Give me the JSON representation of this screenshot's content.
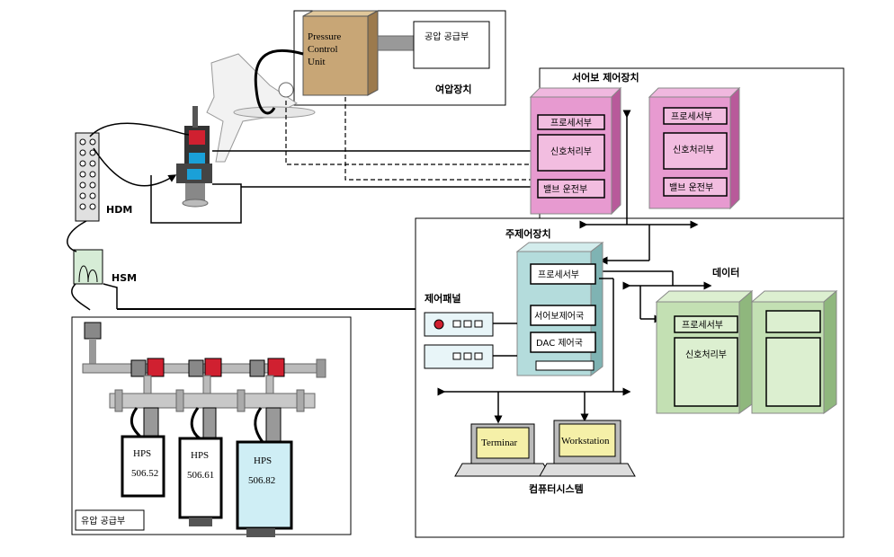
{
  "labels": {
    "pressure_control_unit": [
      "Pressure",
      "Control",
      "Unit"
    ],
    "air_supply": "공압 공급부",
    "load_device": "여압장치",
    "servo_controller": "서어보 제어장치",
    "servo_proc": "프로세서부",
    "servo_signal": "신호처리부",
    "servo_valve": "밸브 운전부",
    "servo2_proc": "프로세서부",
    "servo2_signal": "신호처리부",
    "servo2_valve": "밸브 운전부",
    "hdm": "HDM",
    "hsm": "HSM",
    "main_controller": "주제어장치",
    "main_proc": "프로세서부",
    "main_servo": "서어보제어국",
    "main_dac": "DAC 제어국",
    "data": "데이터",
    "data_proc": "프로세서부",
    "data_signal": "신호처리부",
    "control_panel": "제어패널",
    "terminal": "Terminar",
    "workstation": "Workstation",
    "computer_system": "컴퓨터시스템",
    "hydraulic_supply": "유압 공급부",
    "hps1": [
      "HPS",
      "506.52"
    ],
    "hps2": [
      "HPS",
      "506.61"
    ],
    "hps3": [
      "HPS",
      "506.82"
    ]
  },
  "colors": {
    "pink": "#e79ad0",
    "pink_dark": "#c26aa9",
    "teal": "#b4dcdc",
    "green": "#c3e0b3",
    "pcu": "#c8a676",
    "yellow": "#f5f0a8",
    "hps_blue": "#cfeef5"
  }
}
